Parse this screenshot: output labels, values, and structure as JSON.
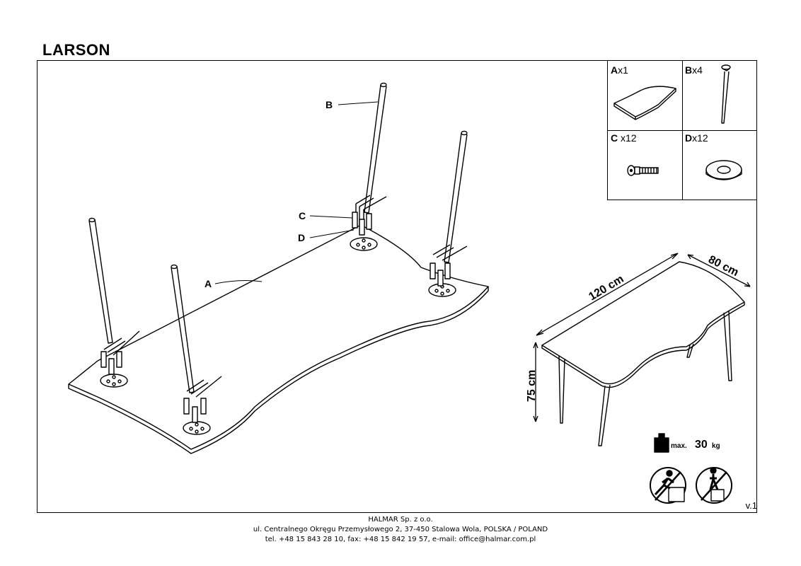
{
  "document": {
    "title": "LARSON",
    "version": "v.1"
  },
  "parts": [
    {
      "letter": "A",
      "qty": "x1"
    },
    {
      "letter": "B",
      "qty": "x4"
    },
    {
      "letter": "C",
      "qty": " x12"
    },
    {
      "letter": "D",
      "qty": "x12"
    }
  ],
  "callouts": {
    "a": "A",
    "b": "B",
    "c": "C",
    "d": "D"
  },
  "dimensions": {
    "length": "120 cm",
    "width": "80 cm",
    "height": "75 cm"
  },
  "load": {
    "prefix": "max.",
    "value": "30",
    "unit": "kg"
  },
  "footer": {
    "company": "HALMAR Sp. z o.o.",
    "address": "ul. Centralnego Okręgu Przemysłowego 2, 37-450 Stalowa Wola, POLSKA / POLAND",
    "contact": "tel. +48 15 843 28 10, fax: +48 15 842 19 57, e-mail: office@halmar.com.pl"
  }
}
